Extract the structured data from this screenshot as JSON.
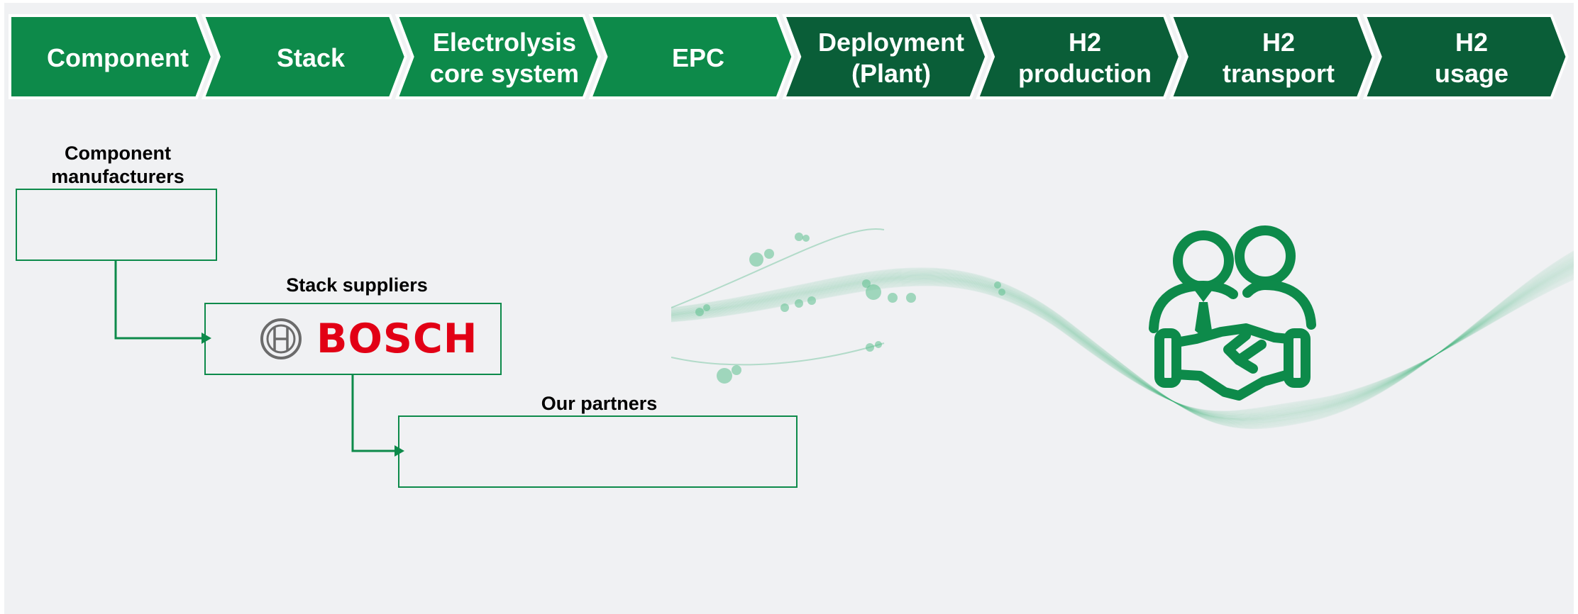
{
  "colors": {
    "light_green": "#0d8a4a",
    "dark_green": "#0a5e38",
    "box_border": "#0d8a4a",
    "icon_green": "#0d8a4a",
    "bosch_red": "#e20015",
    "bosch_grey": "#6b6b6b",
    "background": "#f0f1f3"
  },
  "value_chain": [
    {
      "label": "Component",
      "shade": "light"
    },
    {
      "label": "Stack",
      "shade": "light"
    },
    {
      "label": "Electrolysis\ncore system",
      "shade": "light"
    },
    {
      "label": "EPC",
      "shade": "light"
    },
    {
      "label": "Deployment\n(Plant)",
      "shade": "dark"
    },
    {
      "label": "H2\nproduction",
      "shade": "dark"
    },
    {
      "label": "H2\ntransport",
      "shade": "dark"
    },
    {
      "label": "H2\nusage",
      "shade": "dark"
    }
  ],
  "boxes": {
    "component_manufacturers": {
      "label": "Component\nmanufacturers"
    },
    "stack_suppliers": {
      "label": "Stack suppliers",
      "logo_text": "BOSCH"
    },
    "our_partners": {
      "label": "Our partners"
    }
  },
  "icons": {
    "bosch_logo": "bosch-armature-icon",
    "handshake": "handshake-people-icon",
    "wave": "hydrogen-wave-graphic"
  }
}
